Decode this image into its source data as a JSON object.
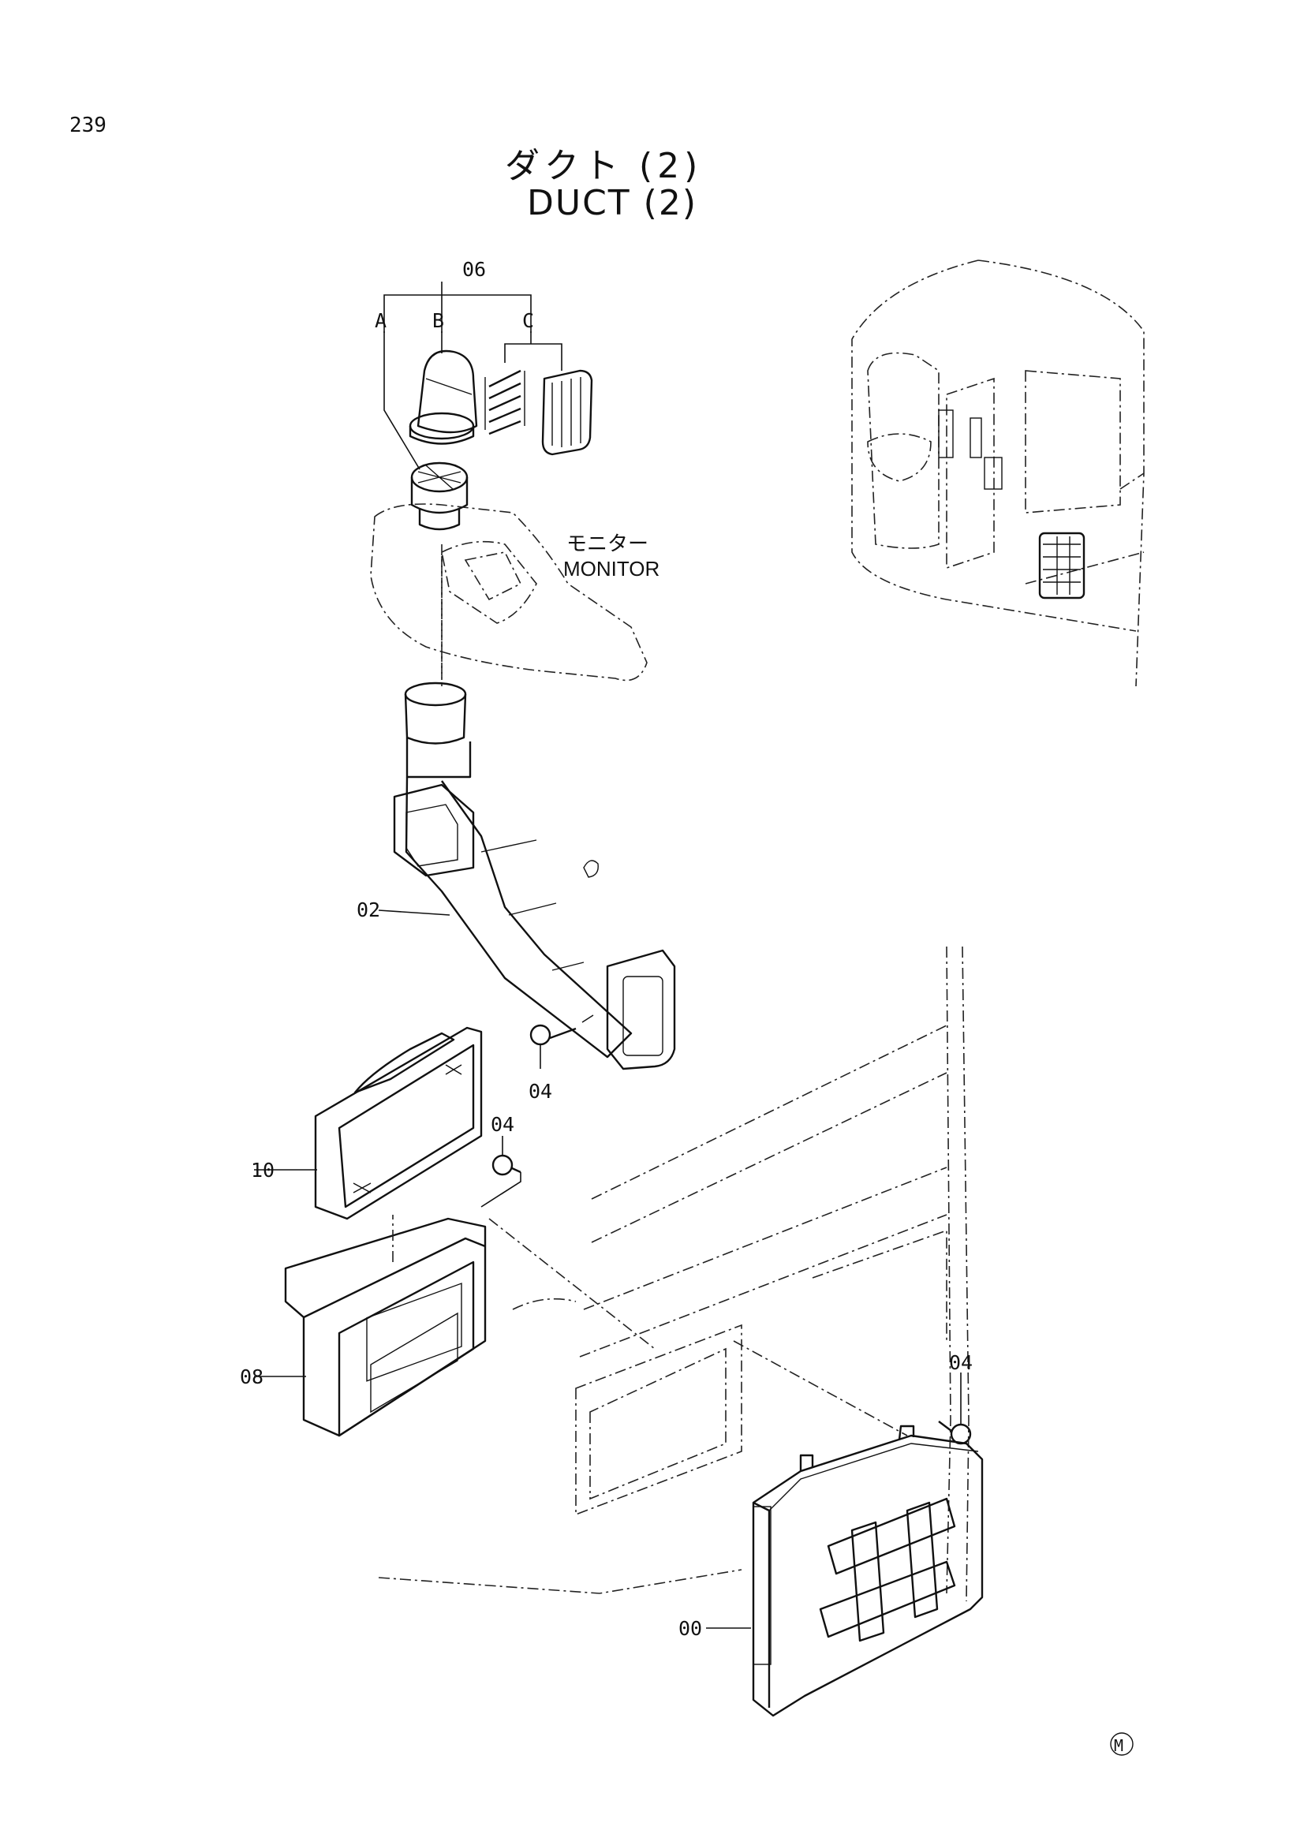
{
  "page": {
    "number": "239"
  },
  "title": {
    "japanese": "ダクト (2)",
    "english": "DUCT (2)"
  },
  "callouts": {
    "group_06": "06",
    "sub_a": "A",
    "sub_b": "B",
    "sub_c": "C",
    "part_02": "02",
    "part_04_a": "04",
    "part_04_b": "04",
    "part_04_c": "04",
    "part_10": "10",
    "part_08": "08",
    "part_00": "00"
  },
  "monitor_label": {
    "japanese": "モニター",
    "english": "MONITOR"
  },
  "mark": "M"
}
